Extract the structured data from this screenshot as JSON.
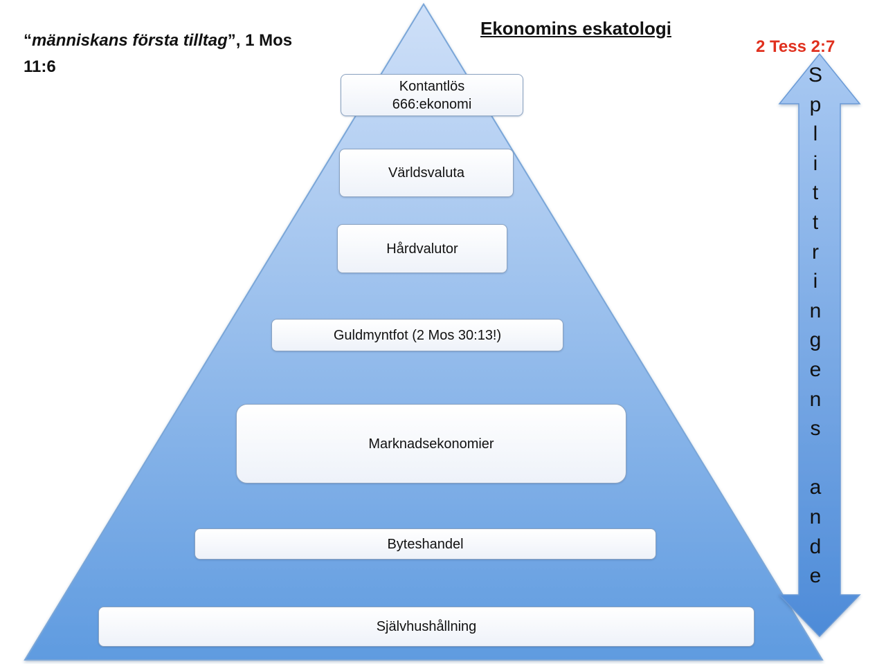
{
  "quote": {
    "open_quote": "“",
    "italic": "människans första tilltag",
    "close_and_ref": "”, 1 Mos 11:6"
  },
  "title": "Ekonomins eskatologi",
  "reference": {
    "text": "2 Tess 2:7",
    "color": "#e0301e"
  },
  "pyramid": {
    "fill_top": "#cfe0f8",
    "fill_bottom": "#5f9be0",
    "stroke": "#7aa6d8",
    "levels": [
      {
        "label": "Kontantlös\n666:ekonomi"
      },
      {
        "label": "Världsvaluta"
      },
      {
        "label": "Hårdvalutor"
      },
      {
        "label": "Guldmyntfot (2 Mos 30:13!)"
      },
      {
        "label": "Marknadsekonomier"
      },
      {
        "label": "Byteshandel"
      },
      {
        "label": "Självhushållning"
      }
    ]
  },
  "arrow": {
    "fill_top": "#a9c9f2",
    "fill_bottom": "#4d8bd8",
    "letters": [
      "S",
      "p",
      "l",
      "i",
      "t",
      "t",
      "r",
      "i",
      "n",
      "g",
      "e",
      "n",
      "s",
      "",
      "a",
      "n",
      "d",
      "e"
    ]
  }
}
